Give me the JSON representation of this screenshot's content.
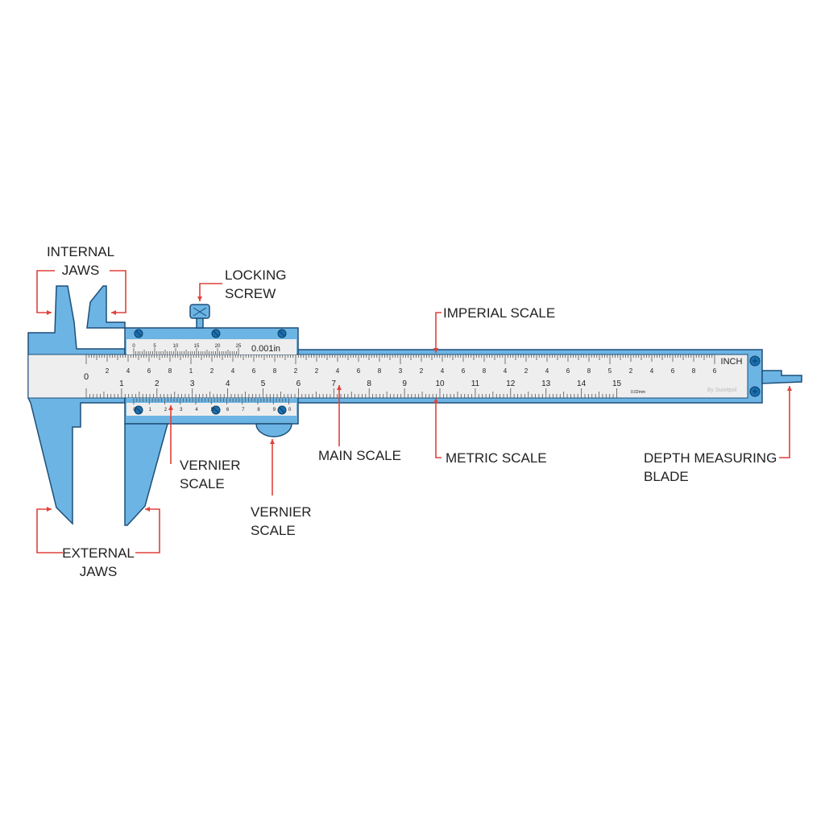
{
  "labels": {
    "internal_jaws": [
      "INTERNAL",
      "JAWS"
    ],
    "locking_screw": [
      "LOCKING",
      "SCREW"
    ],
    "imperial_scale": "IMPERIAL SCALE",
    "main_scale": "MAIN SCALE",
    "metric_scale": "METRIC SCALE",
    "vernier_scale_1": [
      "VERNIER",
      "SCALE"
    ],
    "vernier_scale_2": [
      "VERNIER",
      "SCALE"
    ],
    "external_jaws": [
      "EXTERNAL",
      "JAWS"
    ],
    "depth_blade": [
      "DEPTH MEASURING",
      "BLADE"
    ]
  },
  "scale": {
    "metric_zero": "0",
    "metric_numbers": [
      "1",
      "2",
      "3",
      "4",
      "5",
      "6",
      "7",
      "8",
      "9",
      "10",
      "11",
      "12",
      "13",
      "14",
      "15"
    ],
    "imperial_numbers": [
      "2",
      "4",
      "6",
      "8",
      "1",
      "2",
      "4",
      "6",
      "8",
      "2",
      "2",
      "4",
      "6",
      "8",
      "3",
      "2",
      "4",
      "6",
      "8",
      "4",
      "2",
      "4",
      "6",
      "8",
      "5",
      "2",
      "4",
      "6",
      "8",
      "6"
    ],
    "inch_label": "INCH",
    "resolution_mm": "0.02mm",
    "credit": "By Suwitpol",
    "vernier_top_numbers": [
      "0",
      "5",
      "10",
      "15",
      "20",
      "25"
    ],
    "vernier_top_unit": "0.001in",
    "vernier_bottom_numbers": [
      "0",
      "1",
      "2",
      "3",
      "4",
      "5",
      "6",
      "7",
      "8",
      "9",
      "0"
    ]
  },
  "colors": {
    "body": "#6cb4e4",
    "outline": "#1e4f78",
    "strip": "#eeeeee",
    "arrow": "#e0413a",
    "screw": "#1a6fb0"
  }
}
